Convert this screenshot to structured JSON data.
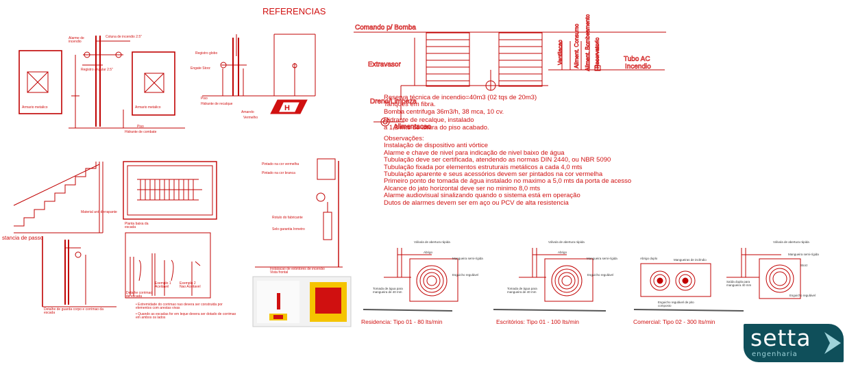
{
  "title": "REFERENCIAS",
  "labels": {
    "alarme": "Alarme de incendio",
    "coluna": "Coluna de incendio 2.5\"",
    "registro_angular": "Registro angular 2.5\"",
    "armario1": "Armario metalico",
    "armario2": "Armario metalico",
    "piso": "Piso",
    "hidrante": "Hidrante de combate",
    "registro_globo": "Registro globo",
    "engate": "Engate Storz",
    "piso2": "Piso",
    "hidrante_recalque": "Hidrante de recalque",
    "amarelo": "Amarelo",
    "vermelho": "Vermelho",
    "instancia": "stancia de passo",
    "material_anti": "Material anti derrapante",
    "planta_baixa": "Planta baixa da escada",
    "detalhe_guarda": "Detalhe de guarda corpo e corrimao da escada",
    "detalhe_corrimao": "Detalhe corrimao da escada",
    "exemplo1": "Exemplo 1 Aceitavel",
    "exemplo2": "Exemplo 2 Nao Aceitavel",
    "bullet1": "Extremidade do corrimao nao devera ser construida por elementos com arestas vivas",
    "bullet2": "Quando as escadas for em leque devera ser dotado de corrimao em ambos os lados",
    "pintado_vermelho": "Pintado na cor vermelha",
    "pintado_branca": "Pintado na cor branca",
    "rotulo": "Rotulo do fabricante",
    "selo": "Selo garantia Inmetro",
    "instalacao_extintores": "Instalacao de extintores de incendio Vista frontal",
    "comando": "Comando p/ Bomba",
    "extravasor": "Extravasor",
    "dreno": "Dreno/Limpeza",
    "alimentacao": "Alimentacao",
    "tubo_ac": "Tubo AC",
    "incendio": "Incendio",
    "v_labels": [
      "Ventilacao",
      "Aliment. Consumo",
      "Aliment. Bombeamento",
      "Reservatorio"
    ]
  },
  "notes": [
    "Reserva técnica de incendio=40m3 (02 tqs de 20m3)",
    "Tanques em fibra.",
    "Bomba centrifuga 36m3/h, 38 mca, 10 cv.",
    "",
    "Hidrante de recalque, instalado",
    "a 1,2 mts de altura  do piso acabado.",
    "",
    "Observações:",
    "Instalação de dispositivo anti vórtice",
    "Alarme  e  chave de nivel para indicação de nivel baixo de água",
    "Tubulação deve ser certificada, atendendo as normas DIN 2440, ou NBR 5090",
    "Tubulação fixada por elementos estruturais metálicos a cada 4,0 mts",
    "Tubulação aparente e seus acessórios devem ser pintados   na cor vermelha",
    "Primeiro ponto de tomada de água instalado no maximo a 5,0 mts da porta de acesso",
    "Alcance do jato horizontal deve ser no minimo 8,0 mts",
    "Alarme audiovisual sinalizando quando o sistema  está em operação",
    "Dutos de alarmes devem ser em aço ou PCV de alta resistencia"
  ],
  "hose_labels": {
    "valvula": "Válvula de abertura rápida",
    "abrigo": "Abrigo",
    "mangueira": "Mangueira semi-rígida",
    "esguicho": "Esguicho regulável",
    "tomada": "Tomada de água para mangueira de 40 mm",
    "abrigo_duplo": "Abrigo duplo",
    "mangueiras_incendio": "Mangueiras de incêndio",
    "esguicho_pito": "Esguicho regulável de pito composto",
    "saida_dupla": "Saída dupla para mangueira 40 mm",
    "storz": "Storz"
  },
  "captions": [
    "Residencia: Tipo 01 - 80 lts/min",
    "Escritórios: Tipo 01 - 100 lts/min",
    "Comercial: Tipo 02 - 300 lts/min"
  ],
  "logo": {
    "name": "setta",
    "sub": "engenharia"
  },
  "colors": {
    "drawing_red": "#c00000",
    "logo_bg": "#0f4f5a",
    "logo_accent": "#9fd3da"
  }
}
